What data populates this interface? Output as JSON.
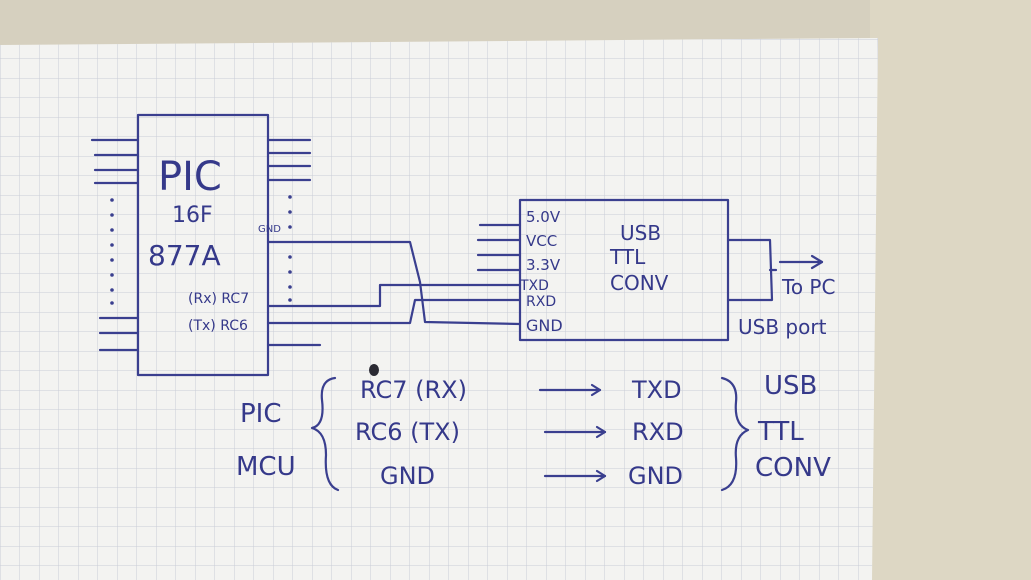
{
  "pic_chip": {
    "line1": "PIC",
    "line2": "16F",
    "line3": "877A",
    "gnd_tag": "GND",
    "rc7_label": "(Rx) RC7",
    "rc6_label": "(Tx) RC6"
  },
  "usb_module": {
    "pins": [
      "5.0V",
      "VCC",
      "3.3V",
      "TXD",
      "RXD",
      "GND"
    ],
    "title": [
      "USB",
      "TTL",
      "CONV"
    ],
    "to_pc": "To PC",
    "usb_port": "USB port"
  },
  "legend": {
    "left_group": [
      "PIC",
      "MCU"
    ],
    "rows": [
      {
        "from": "RC7 (RX)",
        "to": "TXD"
      },
      {
        "from": "RC6 (TX)",
        "to": "RXD"
      },
      {
        "from": "GND",
        "to": "GND"
      }
    ],
    "right_group": [
      "USB",
      "TTL",
      "CONV"
    ]
  },
  "colors": {
    "ink": "#3a3f8f",
    "paper": "#f4f4f2",
    "grid": "#c9ccd6",
    "background": "#d8d3c4"
  }
}
